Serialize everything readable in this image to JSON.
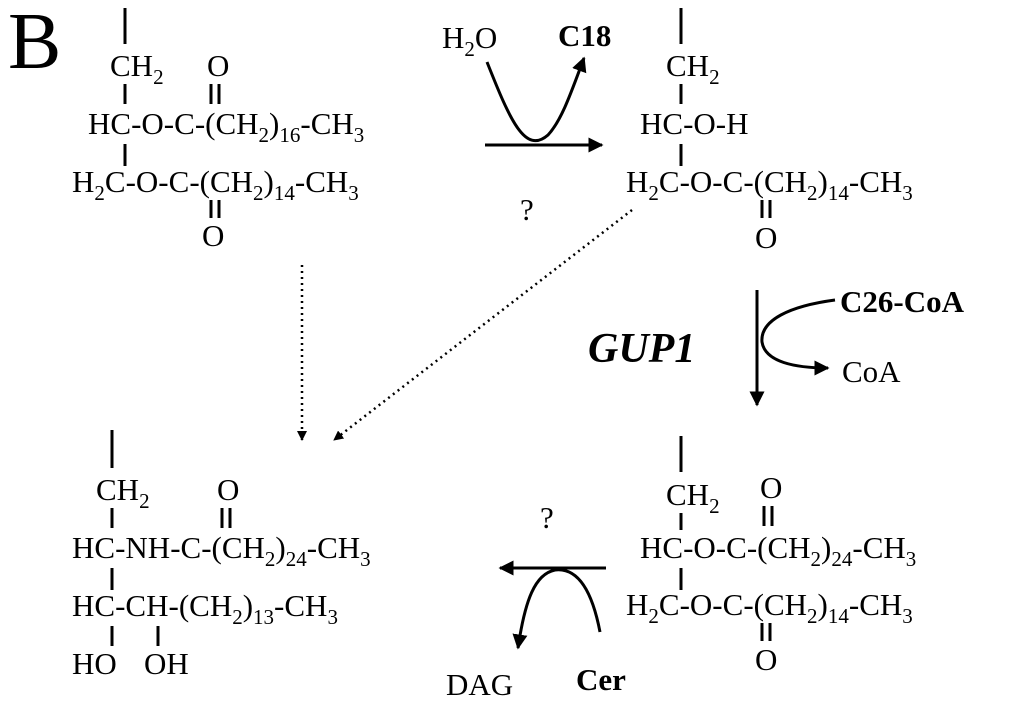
{
  "panel_label": "B",
  "reagents": {
    "water": "H",
    "water_sub": "2",
    "water_o": "O",
    "released_acyl": "C18",
    "unknown_enzyme_top": "?",
    "unknown_enzyme_bottom": "?",
    "gene": "GUP1",
    "acyl_donor": "C26-CoA",
    "coa": "CoA",
    "dag": "DAG",
    "cer": "Cer"
  },
  "atoms": {
    "CH": "CH",
    "sub2": "2",
    "HC": "HC",
    "H": "H",
    "O": "O",
    "C": "C",
    "OH": "OH",
    "HO": "HO",
    "NH": "NH",
    "CH3": "CH",
    "sub3": "3",
    "dash": "-",
    "open": "(CH",
    "close": ")",
    "n16": "16",
    "n14": "14",
    "n24": "24",
    "n13": "13"
  }
}
